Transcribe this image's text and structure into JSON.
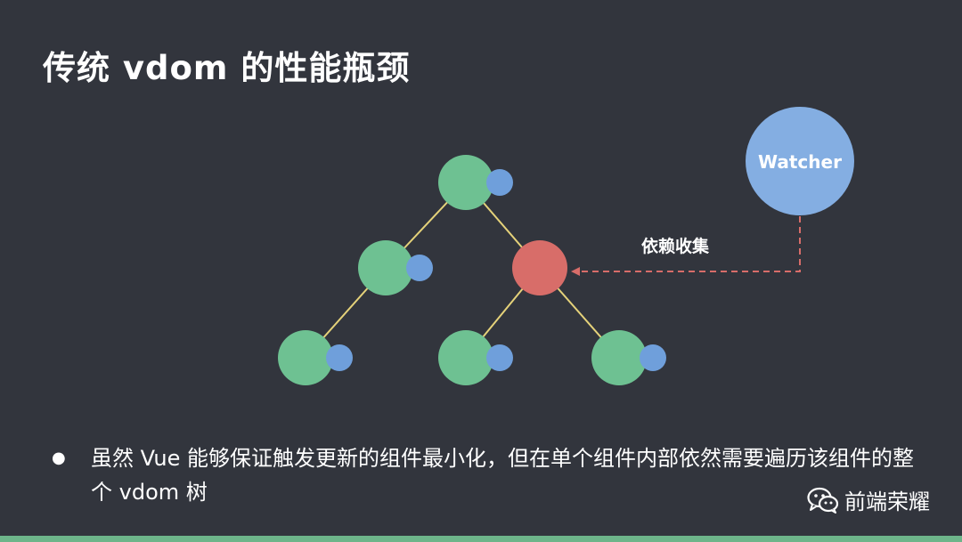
{
  "slide": {
    "title": "传统 vdom 的性能瓶颈"
  },
  "diagram": {
    "watcher_label": "Watcher",
    "edge_label": "依赖收集",
    "colors": {
      "node_green": "#6ec192",
      "node_red": "#d86d69",
      "node_blue": "#6f9fdb",
      "watcher": "#84aee2",
      "edge": "#e5d27a",
      "arrow": "#d86d69"
    }
  },
  "bullets": [
    {
      "text": "虽然 Vue 能够保证触发更新的组件最小化，但在单个组件内部依然需要遍历该组件的整个 vdom 树"
    }
  ],
  "watermark": {
    "text": "前端荣耀",
    "icon": "wechat-icon"
  }
}
